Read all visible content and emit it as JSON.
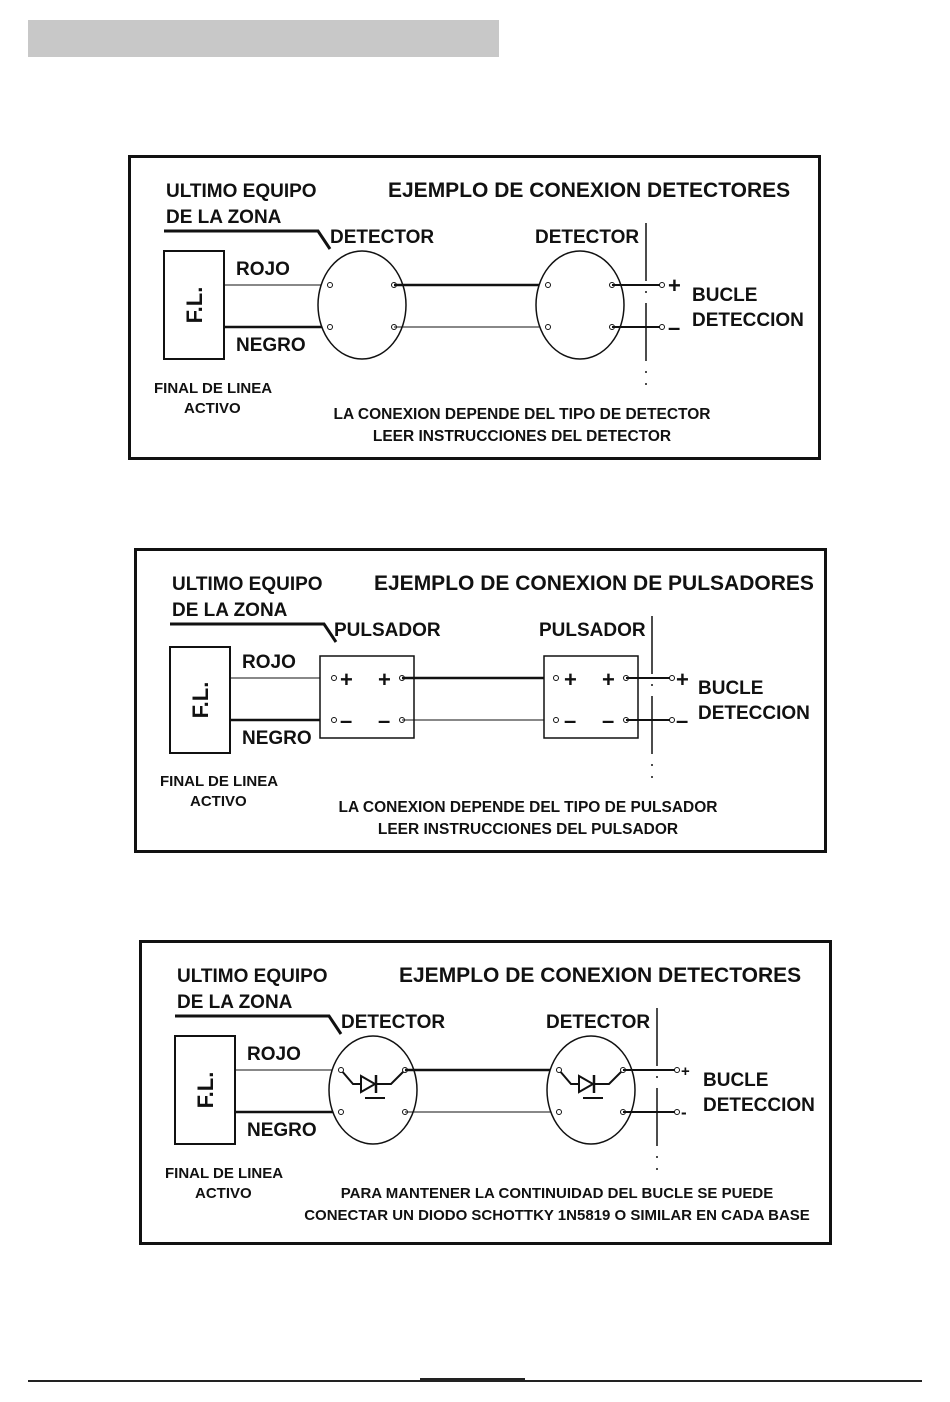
{
  "diagrams": [
    {
      "title": "EJEMPLO DE CONEXION DETECTORES",
      "last_device": [
        "ULTIMO EQUIPO",
        "DE LA ZONA"
      ],
      "device_left": "DETECTOR",
      "device_right": "DETECTOR",
      "wire_top": "ROJO",
      "wire_bottom": "NEGRO",
      "fl": "F.L.",
      "fl_caption": [
        "FINAL DE LINEA",
        "ACTIVO"
      ],
      "plus": "+",
      "minus": "–",
      "loop": [
        "BUCLE",
        "DETECCION"
      ],
      "note": [
        "LA CONEXION DEPENDE DEL TIPO DE DETECTOR",
        "LEER INSTRUCCIONES DEL DETECTOR"
      ]
    },
    {
      "title": "EJEMPLO DE CONEXION DE PULSADORES",
      "last_device": [
        "ULTIMO EQUIPO",
        "DE LA ZONA"
      ],
      "device_left": "PULSADOR",
      "device_right": "PULSADOR",
      "wire_top": "ROJO",
      "wire_bottom": "NEGRO",
      "fl": "F.L.",
      "fl_caption": [
        "FINAL DE LINEA",
        "ACTIVO"
      ],
      "plus": "+",
      "minus": "–",
      "loop": [
        "BUCLE",
        "DETECCION"
      ],
      "note": [
        "LA CONEXION DEPENDE DEL TIPO DE PULSADOR",
        "LEER INSTRUCCIONES DEL PULSADOR"
      ]
    },
    {
      "title": "EJEMPLO DE CONEXION DETECTORES",
      "last_device": [
        "ULTIMO EQUIPO",
        "DE LA ZONA"
      ],
      "device_left": "DETECTOR",
      "device_right": "DETECTOR",
      "wire_top": "ROJO",
      "wire_bottom": "NEGRO",
      "fl": "F.L.",
      "fl_caption": [
        "FINAL DE LINEA",
        "ACTIVO"
      ],
      "plus": "+",
      "minus": "-",
      "loop": [
        "BUCLE",
        "DETECCION"
      ],
      "note": [
        "PARA MANTENER LA CONTINUIDAD DEL BUCLE SE PUEDE",
        "CONECTAR UN DIODO SCHOTTKY 1N5819 O SIMILAR EN CADA BASE"
      ]
    }
  ]
}
